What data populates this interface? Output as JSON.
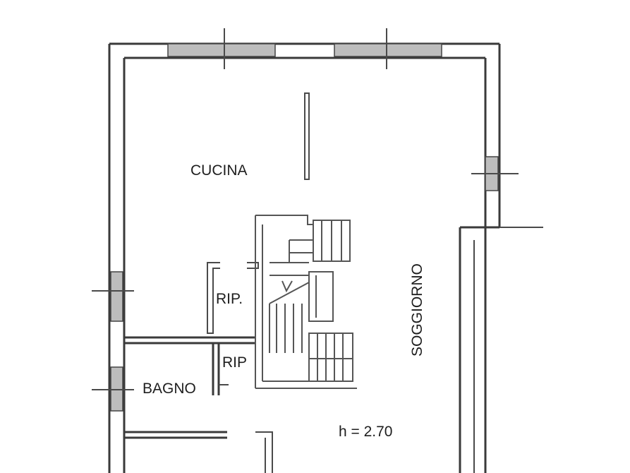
{
  "rooms": {
    "cucina": "CUCINA",
    "soggiorno": "SOGGIORNO",
    "rip_upper": "RIP.",
    "rip_lower": "RIP",
    "bagno": "BAGNO"
  },
  "height_note": "h = 2.70",
  "colors": {
    "wall": "#3a3a3a",
    "text": "#1e1e1e",
    "hatch": "#bdbdbd"
  }
}
